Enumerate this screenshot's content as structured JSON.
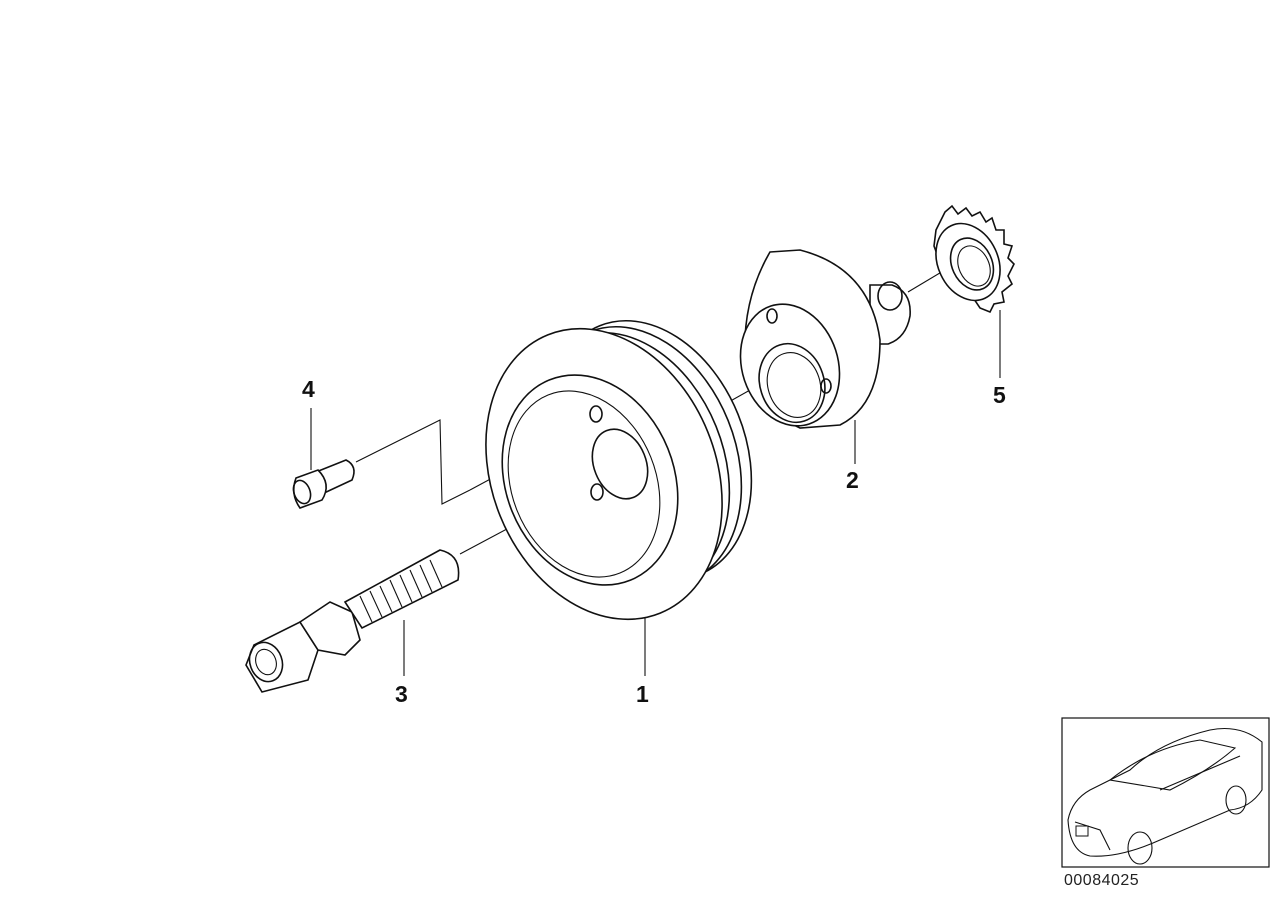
{
  "diagram": {
    "callouts": {
      "part_1": "1",
      "part_2": "2",
      "part_3": "3",
      "part_4": "4",
      "part_5": "5"
    },
    "document_number": "00084025"
  }
}
